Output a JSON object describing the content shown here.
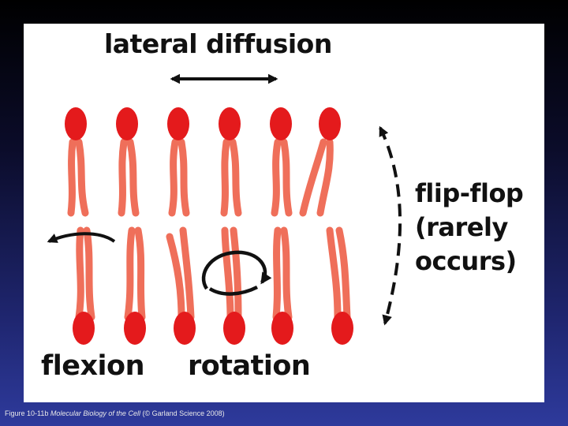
{
  "labels": {
    "lateral_diffusion": "lateral diffusion",
    "flip_flop": "flip-flop",
    "rarely": "(rarely",
    "occurs": "occurs)",
    "flexion": "flexion",
    "rotation": "rotation"
  },
  "caption": {
    "figure": "Figure 10-11b",
    "book": "Molecular Biology of the Cell",
    "credit": "(© Garland Science 2008)"
  },
  "colors": {
    "head": "#e41a1c",
    "tail": "#ef6f5a",
    "arrow": "#111111",
    "panel": "#ffffff"
  },
  "icons": {
    "lateral_arrow": "double-headed-arrow",
    "flexion_arrow": "curved-arrow",
    "rotation_arrow": "circular-arrow",
    "flipflop_arrow": "dashed-double-arrow"
  }
}
